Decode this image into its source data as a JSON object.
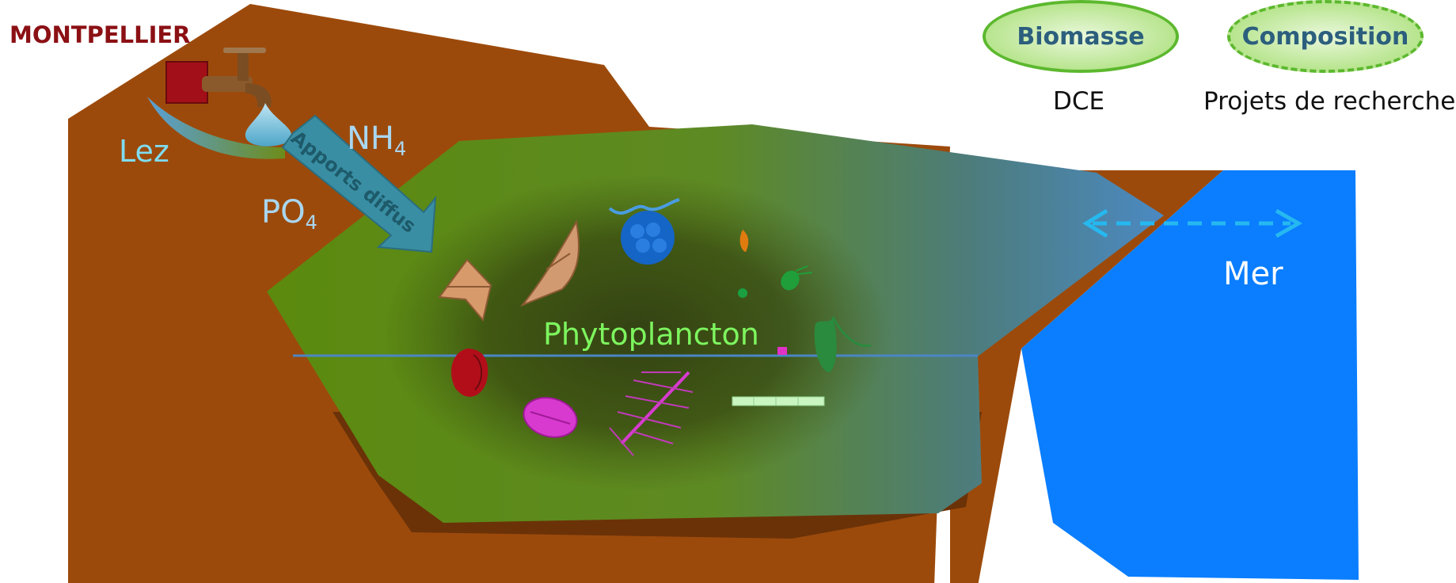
{
  "city": "MONTPELLIER",
  "river": "Lez",
  "nutrients": {
    "nh": "NH",
    "nh_sub": "4",
    "po": "PO",
    "po_sub": "4"
  },
  "arrow_label": "Apports diffus",
  "plankton_label": "Phytoplancton",
  "sea": "Mer",
  "legend": [
    {
      "label": "Biomasse",
      "caption": "DCE",
      "border": "solid"
    },
    {
      "label": "Composition",
      "caption": "Projets de recherche",
      "border": "dashed"
    }
  ],
  "colors": {
    "land": "#9c4a0b",
    "lagoon": "#5e8a12",
    "sea": "#0a7eff",
    "city": "#8b1014",
    "pill_border": "#5cb82e"
  }
}
